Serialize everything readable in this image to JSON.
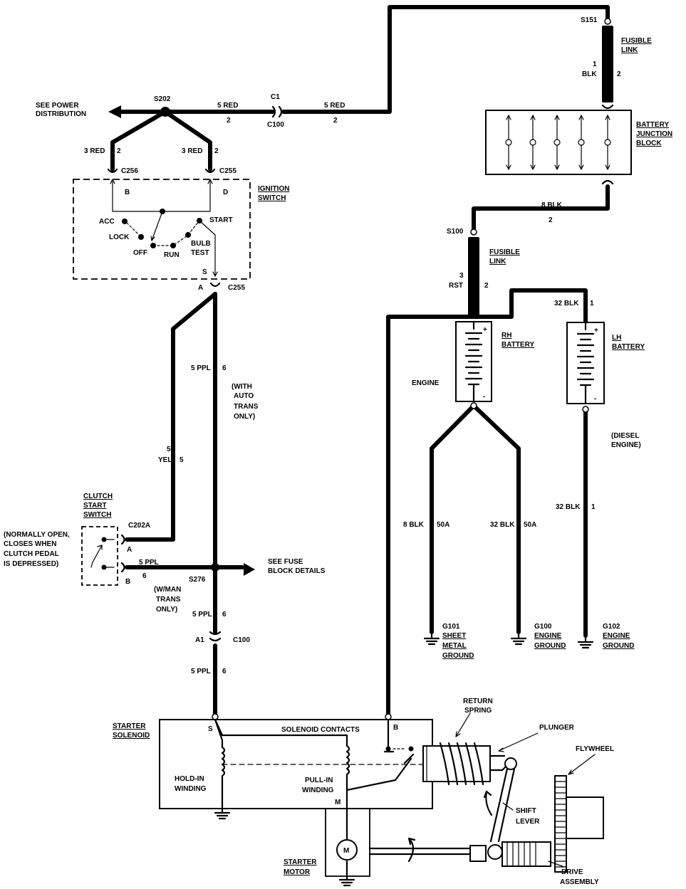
{
  "splices": {
    "s151": "S151",
    "s202": "S202",
    "s100": "S100",
    "s276": "S276"
  },
  "connectors": {
    "c1": "C1",
    "c100_top": "C100",
    "c256": "C256",
    "c255_top": "C255",
    "c255_bottom": "C255",
    "c202a": "C202A",
    "c100_bottom": "C100",
    "a1": "A1"
  },
  "pins": {
    "b_top": "B",
    "d_top": "D",
    "s_top": "S",
    "a_top": "A",
    "a_clutch": "A",
    "b_clutch": "B",
    "s_sol": "S",
    "b_sol": "B",
    "m_sol": "M"
  },
  "wires": {
    "fl1_a": "1",
    "fl1_b": "BLK",
    "fl1_c": "2",
    "red_top_left": "5 RED",
    "red_top_left_n": "2",
    "red_top_right": "5 RED",
    "red_top_right_n": "2",
    "red3_left": "3 RED",
    "red3_left_n": "2",
    "red3_right": "3 RED",
    "red3_right_n": "2",
    "blk8_top": "8 BLK",
    "blk8_top_n": "2",
    "fl2_a": "3",
    "fl2_b": "RST",
    "fl2_c": "2",
    "blk32_top": "32 BLK",
    "blk32_top_n": "1",
    "ppl_a": "5 PPL",
    "ppl_a_n": "6",
    "yel_a": "5",
    "yel_b": "YEL",
    "yel_c": "5",
    "ppl_clutch": "5 PPL",
    "ppl_clutch_n": "6",
    "ppl_b": "5 PPL",
    "ppl_b_n": "6",
    "ppl_c": "5 PPL",
    "ppl_c_n": "6",
    "blk8_gnd": "8 BLK",
    "blk8_gnd_n": "50A",
    "blk32_gnd": "32 BLK",
    "blk32_gnd_n": "50A",
    "blk32_diesel": "32 BLK",
    "blk32_diesel_n": "1"
  },
  "labels": {
    "fusible_link_1a": "FUSIBLE",
    "fusible_link_1b": "LINK",
    "battery_junction_a": "BATTERY",
    "battery_junction_b": "JUNCTION",
    "battery_junction_c": "BLOCK",
    "see_power_a": "SEE POWER",
    "see_power_b": "DISTRIBUTION",
    "ignition_a": "IGNITION",
    "ignition_b": "SWITCH",
    "acc": "ACC",
    "lock": "LOCK",
    "off": "OFF",
    "run": "RUN",
    "start": "START",
    "bulb_a": "BULB",
    "bulb_b": "TEST",
    "fusible_link_2a": "FUSIBLE",
    "fusible_link_2b": "LINK",
    "rh_battery_a": "RH",
    "rh_battery_b": "BATTERY",
    "lh_battery_a": "LH",
    "lh_battery_b": "BATTERY",
    "engine": "ENGINE",
    "diesel_a": "(DIESEL",
    "diesel_b": "ENGINE)",
    "auto_a": "(WITH",
    "auto_b": "AUTO",
    "auto_c": "TRANS",
    "auto_d": "ONLY)",
    "clutch_a": "CLUTCH",
    "clutch_b": "START",
    "clutch_c": "SWITCH",
    "normally_a": "(NORMALLY OPEN,",
    "normally_b": "CLOSES WHEN",
    "normally_c": "CLUTCH PEDAL",
    "normally_d": "IS DEPRESSED)",
    "fuse_a": "SEE FUSE",
    "fuse_b": "BLOCK DETAILS",
    "man_a": "(W/MAN",
    "man_b": "TRANS",
    "man_c": "ONLY)",
    "g101_a": "G101",
    "g101_b": "SHEET",
    "g101_c": "METAL",
    "g101_d": "GROUND",
    "g100_a": "G100",
    "g100_b": "ENGINE",
    "g100_c": "GROUND",
    "g102_a": "G102",
    "g102_b": "ENGINE",
    "g102_c": "GROUND",
    "return_a": "RETURN",
    "return_b": "SPRING",
    "plunger": "PLUNGER",
    "flywheel": "FLYWHEEL",
    "starter_sol_a": "STARTER",
    "starter_sol_b": "SOLENOID",
    "solenoid_contacts": "SOLENOID CONTACTS",
    "hold_a": "HOLD-IN",
    "hold_b": "WINDING",
    "pull_a": "PULL-IN",
    "pull_b": "WINDING",
    "shift_a": "SHIFT",
    "shift_b": "LEVER",
    "starter_motor_a": "STARTER",
    "starter_motor_b": "MOTOR",
    "drive_a": "DRIVE",
    "drive_b": "ASSEMBLY",
    "motor_m": "M",
    "plus_rh": "+",
    "minus_rh": "-",
    "plus_lh": "+",
    "minus_lh": "-"
  }
}
